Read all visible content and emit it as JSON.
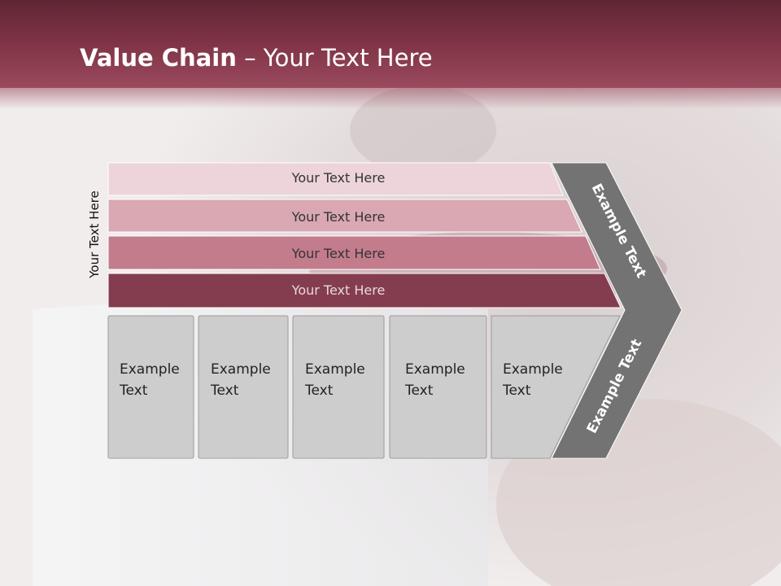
{
  "title": {
    "bold": "Value Chain",
    "rest": " – Your Text Here"
  },
  "side_label": "Your Text Here",
  "bars": [
    {
      "label": "Your Text Here",
      "color": "#ecd4da",
      "text_color": "#333333"
    },
    {
      "label": "Your Text Here",
      "color": "#d9a8b3",
      "text_color": "#333333"
    },
    {
      "label": "Your Text Here",
      "color": "#c37c8c",
      "text_color": "#333333"
    },
    {
      "label": "Your Text Here",
      "color": "#843d4e",
      "text_color": "#e8d8dc"
    }
  ],
  "boxes": [
    {
      "line1": "Example",
      "line2": "Text"
    },
    {
      "line1": "Example",
      "line2": "Text"
    },
    {
      "line1": "Example",
      "line2": "Text"
    },
    {
      "line1": "Example",
      "line2": "Text"
    },
    {
      "line1": "Example",
      "line2": "Text"
    }
  ],
  "chevron": {
    "top_label": "Example Text",
    "bottom_label": "Example Text",
    "color": "#737373"
  },
  "colors": {
    "header": "#7d3244",
    "box_fill": "#cdcdcd",
    "box_stroke": "#9a9a9a"
  }
}
